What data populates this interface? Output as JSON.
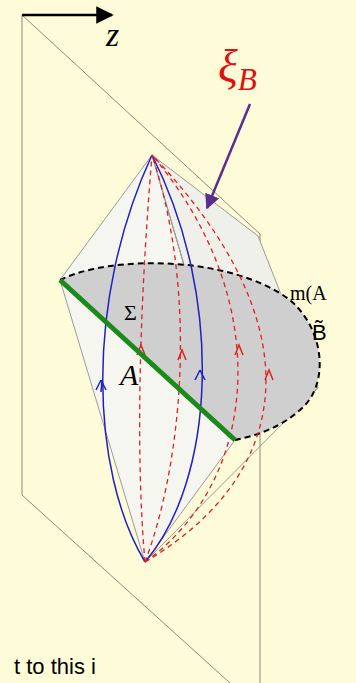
{
  "diagram": {
    "labels": [
      "z",
      "ξB",
      "m(A",
      "B̃",
      "Σ",
      "A",
      "t to this i"
    ]
  }
}
